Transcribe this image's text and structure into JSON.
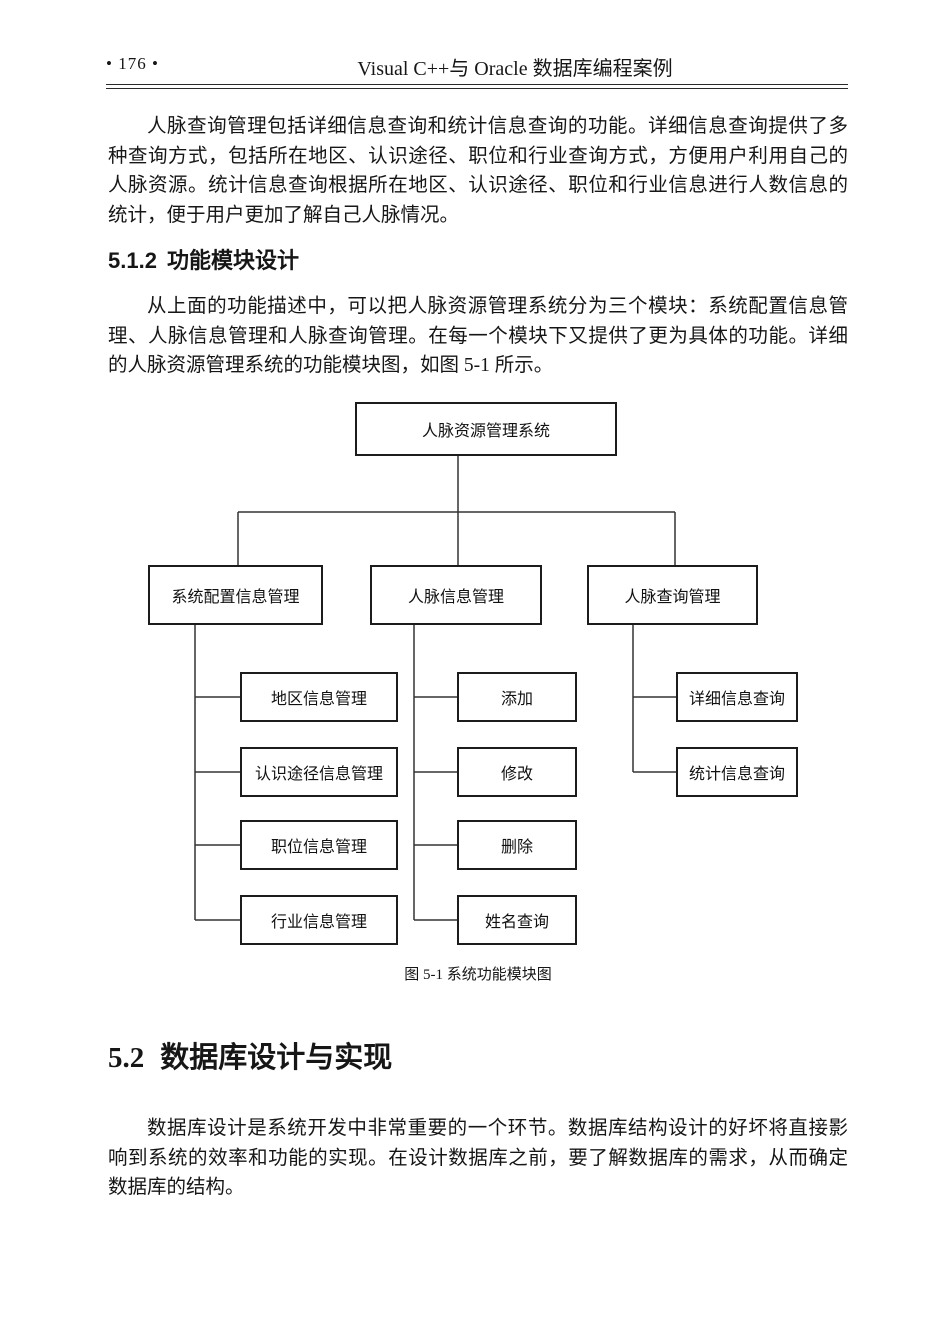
{
  "header": {
    "page_number": "• 176 •",
    "book_title": "Visual C++与 Oracle 数据库编程案例"
  },
  "section_512": {
    "number": "5.1.2",
    "title": "功能模块设计"
  },
  "section_52": {
    "number": "5.2",
    "title": "数据库设计与实现"
  },
  "paragraph_1": {
    "lines": [
      "人脉查询管理包括详细信息查询和统计信息查询的功能。详细信息查询提供了多",
      "种查询方式，包括所在地区、认识途径、职位和行业查询方式，方便用户利用自己的",
      "人脉资源。统计信息查询根据所在地区、认识途径、职位和行业信息进行人数信息的",
      "统计，便于用户更加了解自己人脉情况。"
    ]
  },
  "paragraph_2": {
    "lines": [
      "从上面的功能描述中，可以把人脉资源管理系统分为三个模块：系统配置信息管",
      "理、人脉信息管理和人脉查询管理。在每一个模块下又提供了更为具体的功能。详细",
      "的人脉资源管理系统的功能模块图，如图 5-1 所示。"
    ]
  },
  "paragraph_3": {
    "lines": [
      "数据库设计是系统开发中非常重要的一个环节。数据库结构设计的好坏将直接影",
      "响到系统的效率和功能的实现。在设计数据库之前，要了解数据库的需求，从而确定",
      "数据库的结构。"
    ]
  },
  "figure": {
    "caption": "图 5-1 系统功能模块图",
    "root": "人脉资源管理系统",
    "branches": [
      {
        "label": "系统配置信息管理",
        "children": [
          "地区信息管理",
          "认识途径信息管理",
          "职位信息管理",
          "行业信息管理"
        ]
      },
      {
        "label": "人脉信息管理",
        "children": [
          "添加",
          "修改",
          "删除",
          "姓名查询"
        ]
      },
      {
        "label": "人脉查询管理",
        "children": [
          "详细信息查询",
          "统计信息查询"
        ]
      }
    ]
  }
}
